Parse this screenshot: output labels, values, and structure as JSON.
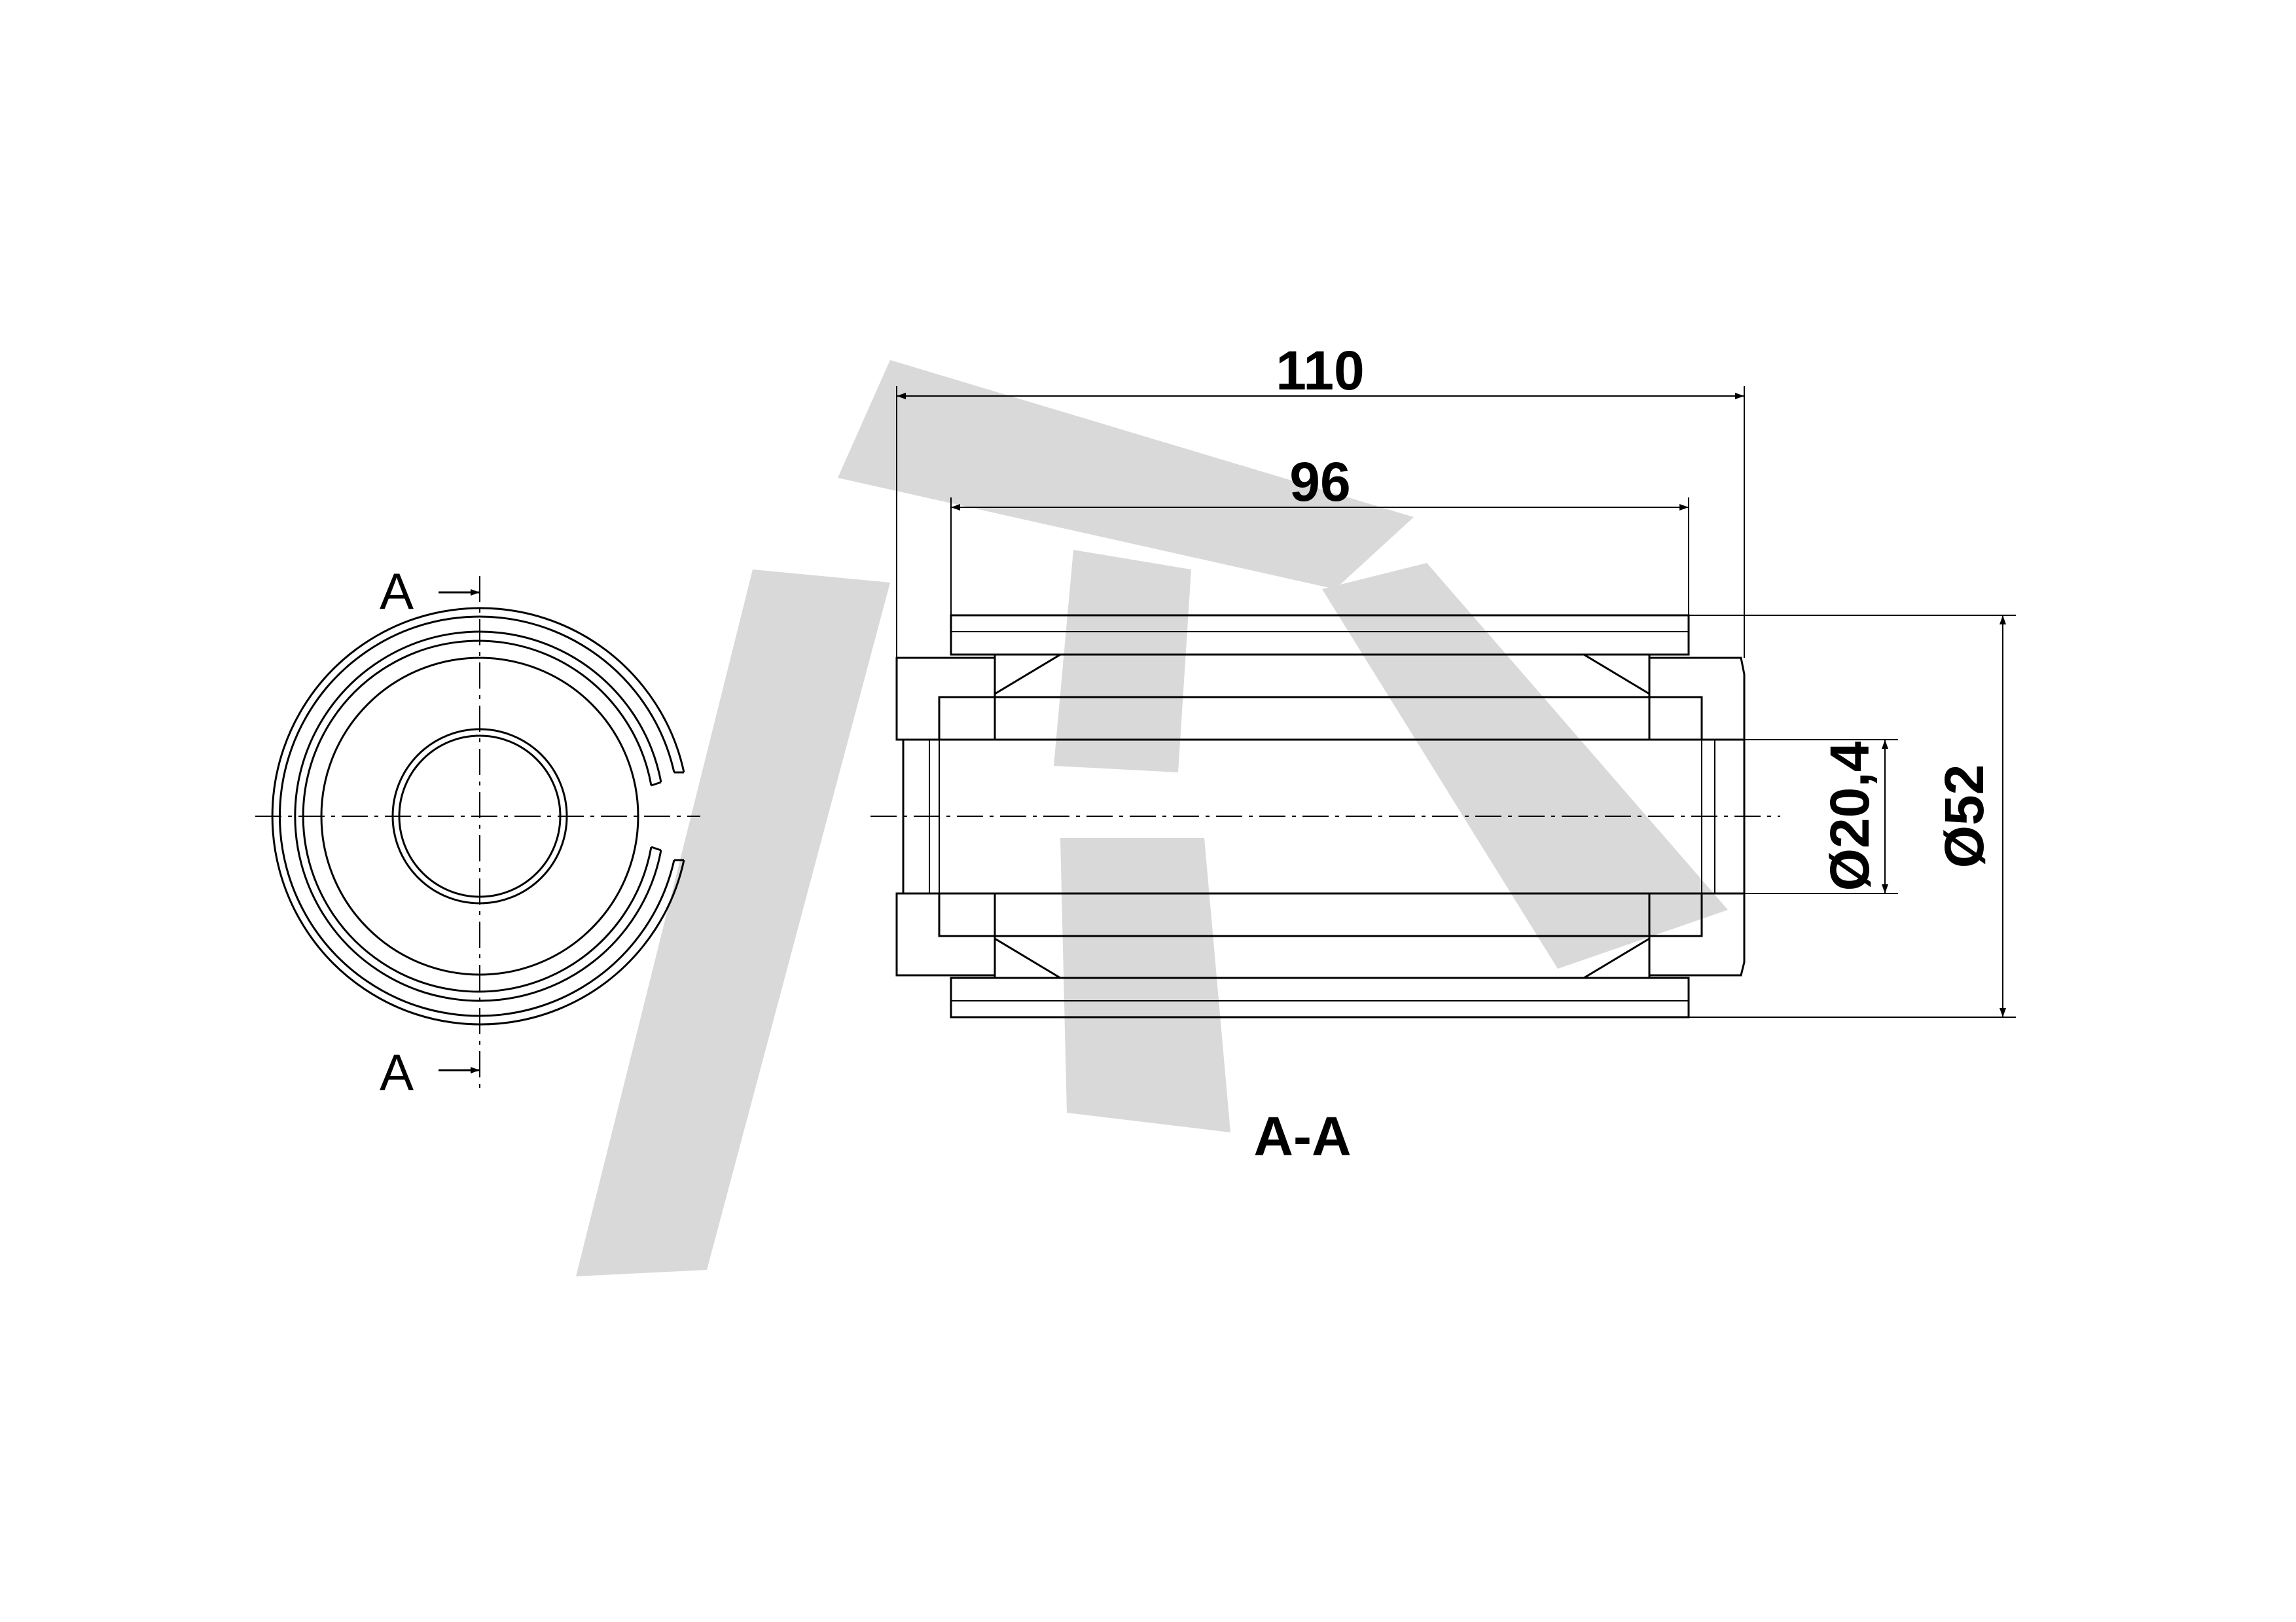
{
  "drawing": {
    "section_marker_top": "A",
    "section_marker_bottom": "A",
    "section_title": "A-A",
    "dimensions": {
      "overall_length": "110",
      "inner_length": "96",
      "bore_diameter": "Ø20,4",
      "outer_diameter": "Ø52"
    },
    "watermark_color": "#d9d9d9",
    "line_color": "#000000"
  }
}
